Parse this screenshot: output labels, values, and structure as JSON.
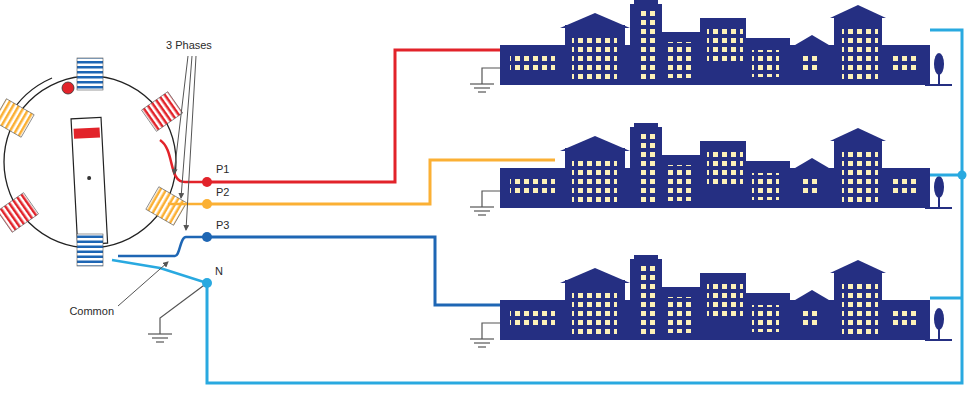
{
  "diagram": {
    "labels": [
      "3 Phases",
      "P1",
      "P2",
      "P3",
      "N",
      "Common"
    ]
  }
}
